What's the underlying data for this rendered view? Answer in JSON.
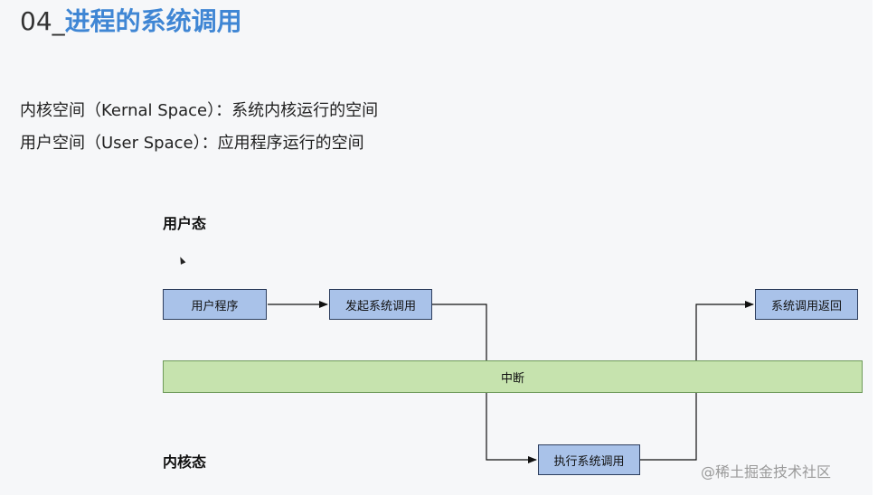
{
  "title": {
    "number": "04_",
    "text": "进程的系统调用"
  },
  "descriptions": [
    "内核空间（Kernal Space）：系统内核运行的空间",
    "用户空间（User Space）：应用程序运行的空间"
  ],
  "states": {
    "user": "用户态",
    "kernel": "内核态"
  },
  "nodes": {
    "user_program": "用户程序",
    "invoke_syscall": "发起系统调用",
    "syscall_return": "系统调用返回",
    "execute_syscall": "执行系统调用",
    "interrupt": "中断"
  },
  "watermark": "@稀土掘金技术社区",
  "colors": {
    "title_accent": "#3f86d4",
    "box_fill": "#a9c2e9",
    "band_fill": "#c6e3ae"
  }
}
